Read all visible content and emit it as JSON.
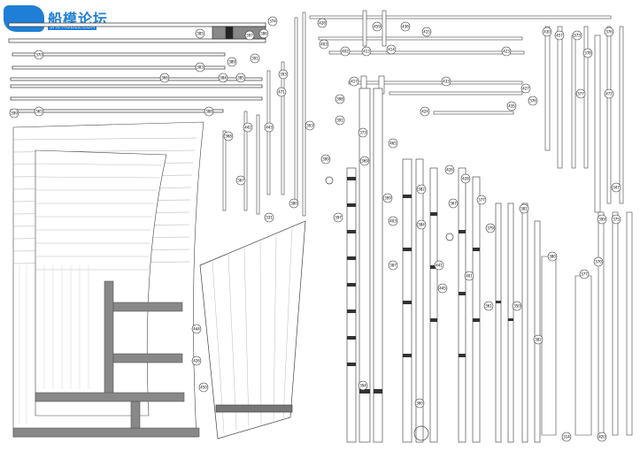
{
  "logo": {
    "name": "船模论坛",
    "url": "SHIPMODEL.COM"
  },
  "labels": [
    "399",
    "370",
    "365",
    "366",
    "383",
    "384",
    "385",
    "388",
    "385",
    "386",
    "374",
    "397",
    "389",
    "391",
    "459",
    "436",
    "415",
    "428",
    "403",
    "402",
    "413",
    "414",
    "433",
    "417",
    "423",
    "424",
    "435",
    "427",
    "430",
    "393",
    "471",
    "443",
    "442",
    "368",
    "367",
    "331",
    "380",
    "393",
    "398",
    "391",
    "399",
    "373",
    "369",
    "397",
    "465",
    "399",
    "403",
    "387",
    "384",
    "382",
    "360",
    "426",
    "428",
    "367",
    "377",
    "379",
    "361",
    "381",
    "380",
    "377",
    "370",
    "457",
    "373",
    "378",
    "376",
    "376",
    "377",
    "472",
    "444",
    "426",
    "450",
    "399",
    "375",
    "347",
    "314",
    "420",
    "382",
    "350",
    "401",
    "441",
    "445",
    "394"
  ]
}
